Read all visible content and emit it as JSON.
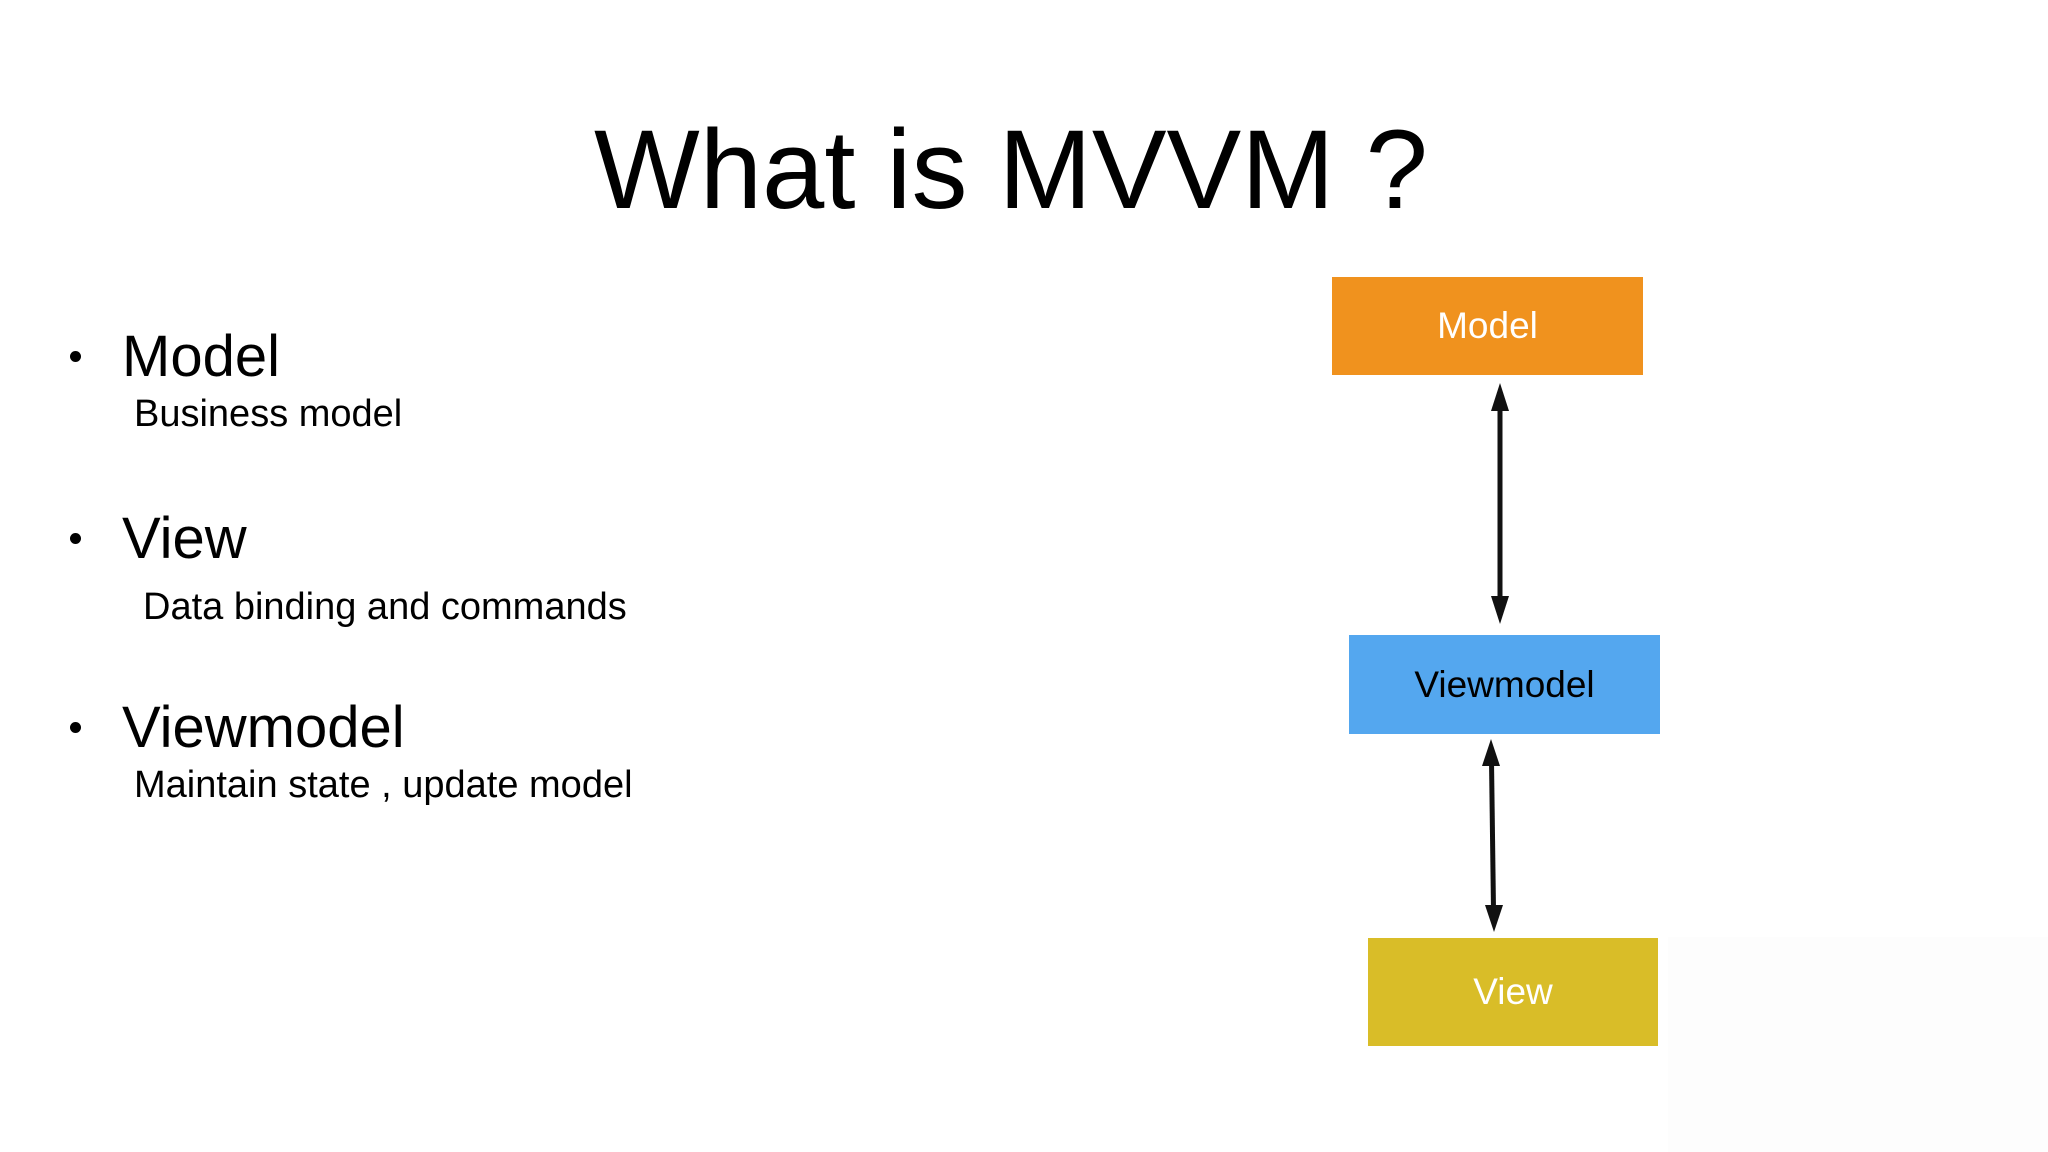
{
  "slide": {
    "title": "What is MVVM ?",
    "bullets": [
      {
        "heading": "Model",
        "detail": "Business model"
      },
      {
        "heading": "View",
        "detail": "Data binding and commands"
      },
      {
        "heading": "Viewmodel",
        "detail": "Maintain state , update model"
      }
    ],
    "diagram": {
      "nodes": [
        {
          "id": "model",
          "label": "Model",
          "bg": "#F0921E",
          "text": "#FFFFFF"
        },
        {
          "id": "viewmodel",
          "label": "Viewmodel",
          "bg": "#54A7EF",
          "text": "#000000"
        },
        {
          "id": "view",
          "label": "View",
          "bg": "#D9BD28",
          "text": "#FFFFFF"
        }
      ],
      "connections": [
        {
          "from": "Model",
          "to": "Viewmodel",
          "style": "double-headed-arrow"
        },
        {
          "from": "Viewmodel",
          "to": "View",
          "style": "double-headed-arrow"
        }
      ],
      "arrow_color": "#111111"
    },
    "colors": {
      "background": "#FFFFFF",
      "text": "#000000",
      "artifact": "#FDFDFD"
    }
  }
}
